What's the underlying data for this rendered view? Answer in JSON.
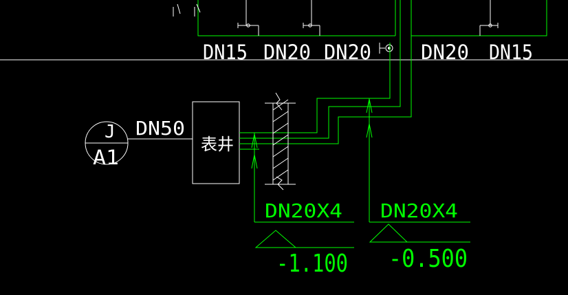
{
  "colors": {
    "background": "#000000",
    "white_lines": "#ffffff",
    "green_lines": "#00ff00"
  },
  "pipe_sizes_top": [
    "DN15",
    "DN20",
    "DN20",
    "DN20",
    "DN15"
  ],
  "main_pipe": {
    "label": "DN50"
  },
  "fixture": {
    "top": "J",
    "bottom": "A1"
  },
  "meter_well": {
    "label": "表井"
  },
  "risers": [
    {
      "size": "DN20X4",
      "elevation": "-1.100"
    },
    {
      "size": "DN20X4",
      "elevation": "-0.500"
    }
  ]
}
